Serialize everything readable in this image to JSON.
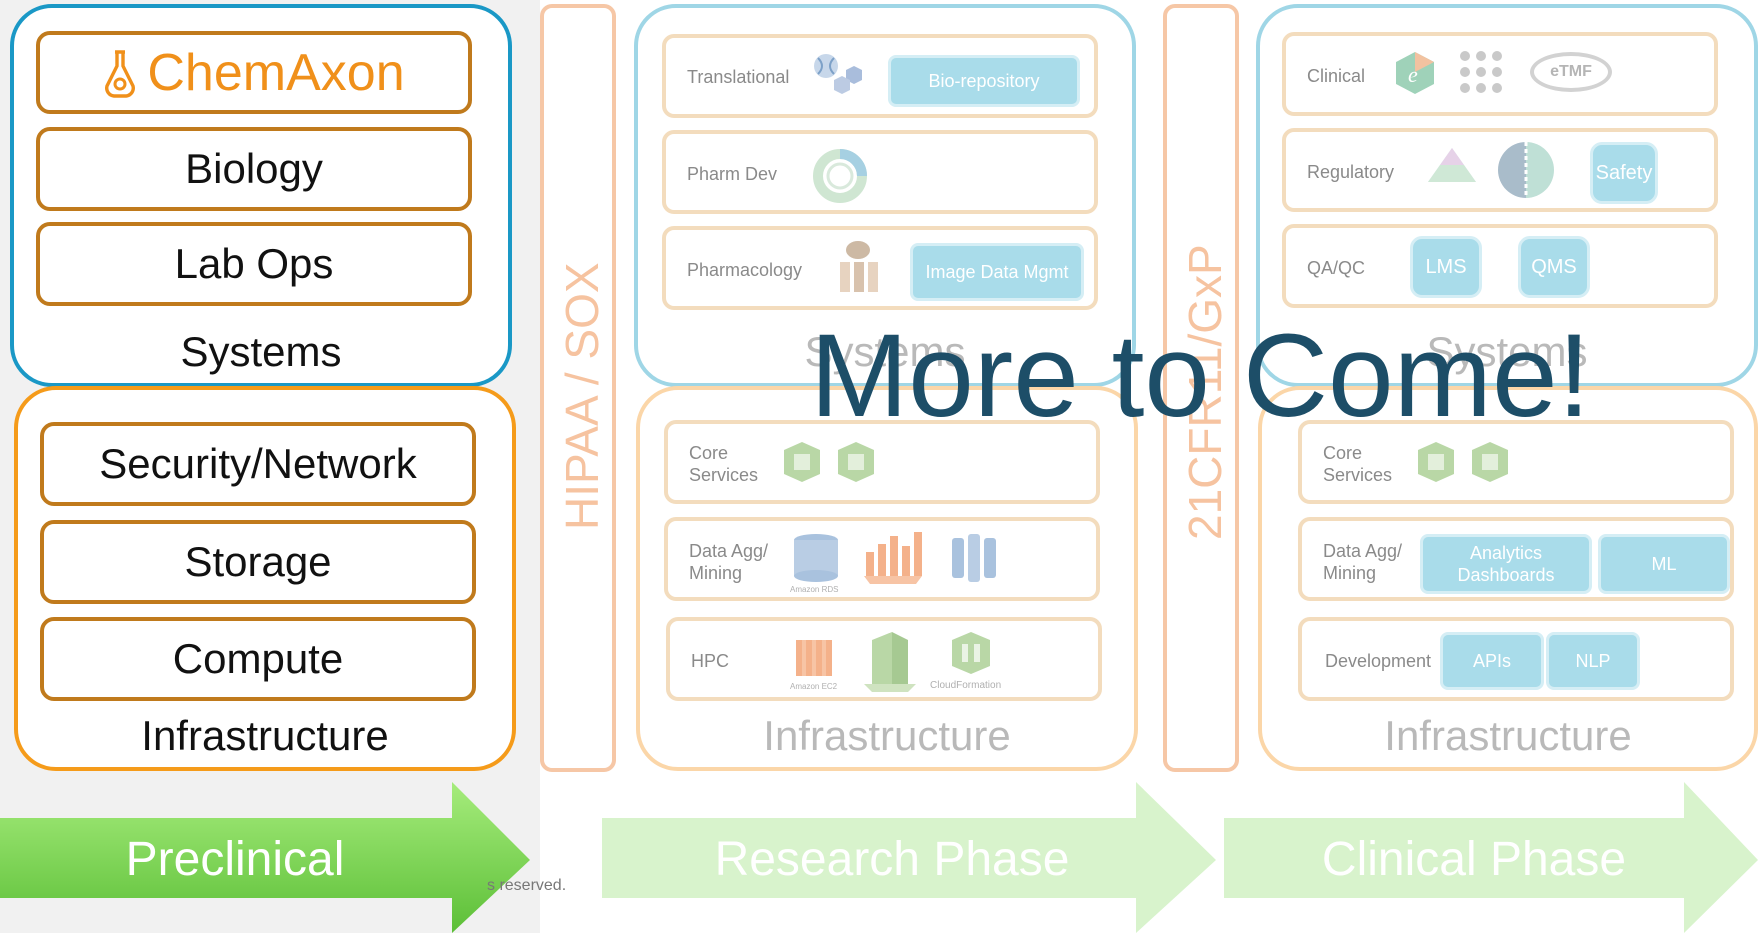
{
  "preclinical": {
    "systems": {
      "logo_text": "ChemAxon",
      "rows": [
        "Biology",
        "Lab Ops"
      ],
      "label": "Systems"
    },
    "infrastructure": {
      "rows": [
        "Security/Network",
        "Storage",
        "Compute"
      ],
      "label": "Infrastructure"
    },
    "arrow_label": "Preclinical"
  },
  "compliance": {
    "left_bar": "HIPAA / SOX",
    "right_bar": "21CFR11/GxP"
  },
  "research": {
    "systems": {
      "rows": [
        {
          "label": "Translational",
          "pill": "Bio-repository"
        },
        {
          "label": "Pharm Dev"
        },
        {
          "label": "Pharmacology",
          "pill": "Image Data Mgmt"
        }
      ],
      "label": "Systems"
    },
    "infrastructure": {
      "rows": [
        {
          "label": "Core Services"
        },
        {
          "label": "Data Agg/ Mining",
          "icon_caption": "Amazon RDS"
        },
        {
          "label": "HPC",
          "icon_caption_1": "Amazon EC2",
          "icon_caption_2": "CloudFormation"
        }
      ],
      "label": "Infrastructure"
    },
    "arrow_label": "Research Phase"
  },
  "clinical": {
    "systems": {
      "rows": [
        {
          "label": "Clinical",
          "badge": "eTMF"
        },
        {
          "label": "Regulatory",
          "pill": "Safety"
        },
        {
          "label": "QA/QC",
          "pills": [
            "LMS",
            "QMS"
          ]
        }
      ],
      "label": "Systems"
    },
    "infrastructure": {
      "rows": [
        {
          "label": "Core Services"
        },
        {
          "label": "Data Agg/ Mining",
          "pills": [
            "Analytics Dashboards",
            "ML"
          ]
        },
        {
          "label": "Development",
          "pills": [
            "APIs",
            "NLP"
          ]
        }
      ],
      "label": "Infrastructure"
    },
    "arrow_label": "Clinical Phase"
  },
  "overlay_text": "More to Come!",
  "footer_text": "s reserved.",
  "colors": {
    "systems_border": "#1a98c6",
    "infra_border": "#f59b1a",
    "row_border": "#c07a1c",
    "overlay": "#1d4e68",
    "arrow_green": "#7ed957"
  }
}
